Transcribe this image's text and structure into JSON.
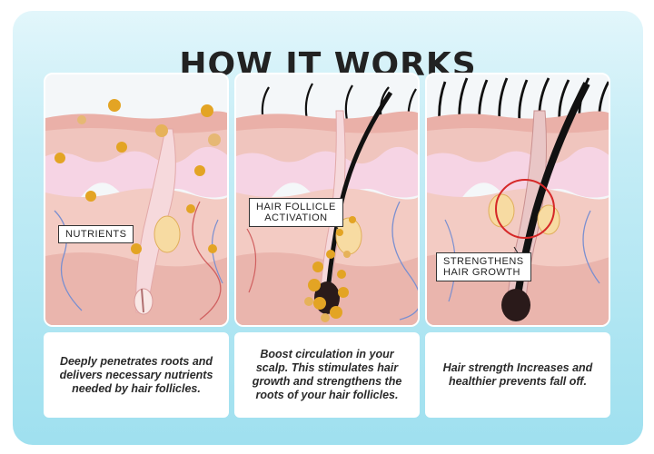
{
  "title": "HOW IT WORKS",
  "panels": [
    {
      "label": "NUTRIENTS",
      "description": "Deeply penetrates roots and delivers necessary nutrients needed by hair follicles."
    },
    {
      "label_line1": "HAIR FOLLICLE",
      "label_line2": "ACTIVATION",
      "description": "Boost circulation in your scalp. This stimulates hair growth and strengthens the roots of your hair follicles."
    },
    {
      "label_line1": "STRENGTHENS",
      "label_line2": "HAIR GROWTH",
      "description": "Hair strength Increases and healthier prevents fall off."
    }
  ],
  "colors": {
    "background_top": "#e2f6fb",
    "background_bottom": "#9fe0ef",
    "skin": "#f1c2bb",
    "dermis": "#f5d8d2",
    "nutrient_gold": "#e3a424",
    "highlight_red": "#d62828",
    "hair": "#111111"
  }
}
